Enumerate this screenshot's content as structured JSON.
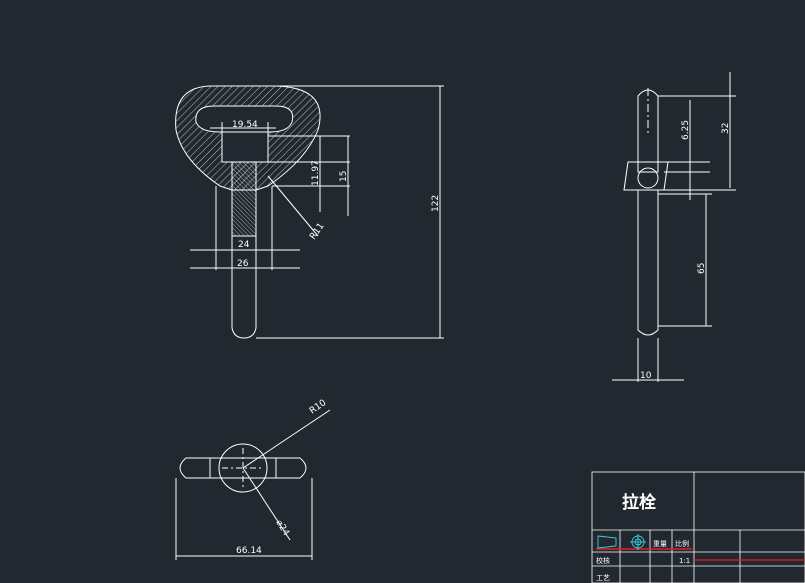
{
  "drawing": {
    "front_view": {
      "dim_inner_width": "19.54",
      "dim_pin_width": "24",
      "dim_shoulder_width": "26",
      "dim_neck_height": "11.97",
      "dim_neck_height2": "15",
      "dim_fillet": "R11",
      "dim_total_length": "122"
    },
    "side_view": {
      "dim_top": "32",
      "dim_gap": "6.25",
      "dim_shank": "65",
      "dim_diameter": "10"
    },
    "top_view": {
      "dim_radius": "R10",
      "dim_diameter": "⌀24",
      "dim_length": "66.14"
    }
  },
  "title_block": {
    "title": "拉栓",
    "label_weight": "重量",
    "label_scale": "比例",
    "value_scale": "1:1",
    "label_check": "校核",
    "label_craft": "工艺"
  },
  "colors": {
    "background": "#212830",
    "line": "#ffffff",
    "accent_red": "#e02020",
    "accent_cyan": "#3fd0e0"
  }
}
